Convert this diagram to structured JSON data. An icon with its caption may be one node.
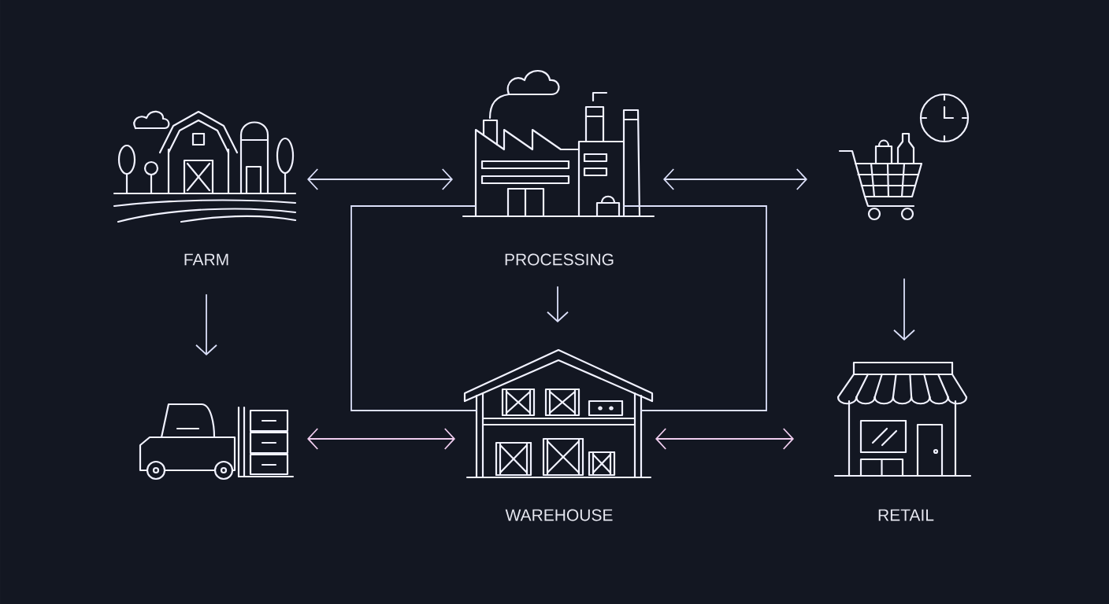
{
  "diagram": {
    "nodes": [
      {
        "text": [
          "FARM"
        ]
      },
      {
        "text": [
          "PROCESSING"
        ]
      },
      {
        "text": [],
        "shape": "picture"
      },
      {
        "text": [],
        "shape": "picture"
      },
      {
        "text": [
          "WAREHOUSE"
        ]
      },
      {
        "text": [
          "RETAIL"
        ]
      }
    ],
    "edges": [
      {
        "from": 0,
        "to": 1,
        "arrow": "both"
      },
      {
        "from": 1,
        "to": 2,
        "arrow": "both"
      },
      {
        "from": 0,
        "to": 3,
        "arrow": "to"
      },
      {
        "from": 1,
        "to": 4,
        "arrow": "to"
      },
      {
        "from": 2,
        "to": 5,
        "arrow": "to"
      },
      {
        "from": 3,
        "to": 4,
        "arrow": "both",
        "color": "#f0cdef"
      },
      {
        "from": 4,
        "to": 5,
        "arrow": "both",
        "color": "#f0cdef"
      },
      {
        "from": 1,
        "to": 4,
        "arrow": "none"
      },
      {
        "from": 1,
        "to": 4,
        "arrow": "none"
      }
    ]
  }
}
